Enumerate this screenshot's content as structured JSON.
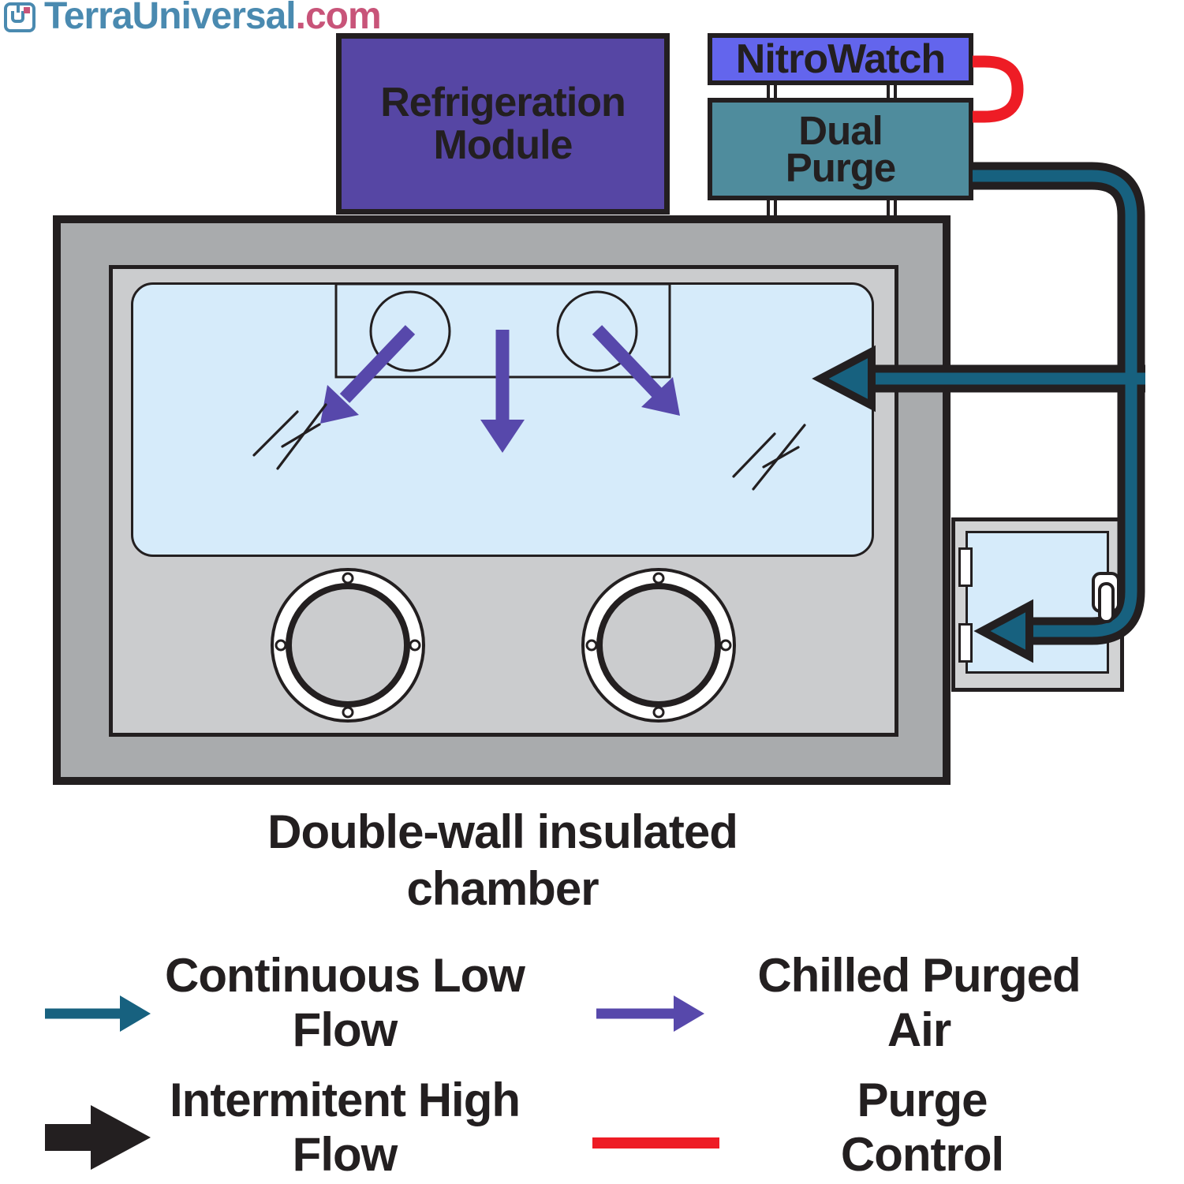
{
  "logo": {
    "brand": "TerraUniversal",
    "tld": ".com",
    "icon": "terra-universal-monogram"
  },
  "boxes": {
    "refrigeration": {
      "line1": "Refrigeration",
      "line2": "Module",
      "color": "#5646a4"
    },
    "nitrowatch": {
      "label": "NitroWatch",
      "color": "#6365ed"
    },
    "dual_purge": {
      "line1": "Dual",
      "line2": "Purge",
      "color": "#4f8c9d"
    }
  },
  "caption": {
    "line1": "Double-wall insulated",
    "line2": "chamber"
  },
  "legend": [
    {
      "symbol": "continuous-low-flow-arrow",
      "line1": "Continuous Low",
      "line2": "Flow",
      "color": "#17617f"
    },
    {
      "symbol": "chilled-purged-air-arrow",
      "line1": "Chilled Purged",
      "line2": "Air",
      "color": "#5748ab"
    },
    {
      "symbol": "intermittent-high-flow-arrow",
      "line1": "Intermitent High",
      "line2": "Flow",
      "color": "#231f20"
    },
    {
      "symbol": "purge-control-line",
      "line1": "Purge",
      "line2": "Control",
      "color": "#ee1c25"
    }
  ],
  "colors": {
    "pipe_teal": "#17617f",
    "pipe_casing": "#231f20",
    "purge_red": "#ee1c25",
    "chilled_air_purple": "#5748ab",
    "chamber_wall": "#a9abad",
    "inner_panel": "#cbccce",
    "window_blue": "#d6ebfa",
    "door_frame": "#d2d3d4",
    "logo_blue": "#4a8ab0",
    "logo_pink": "#c85479"
  }
}
